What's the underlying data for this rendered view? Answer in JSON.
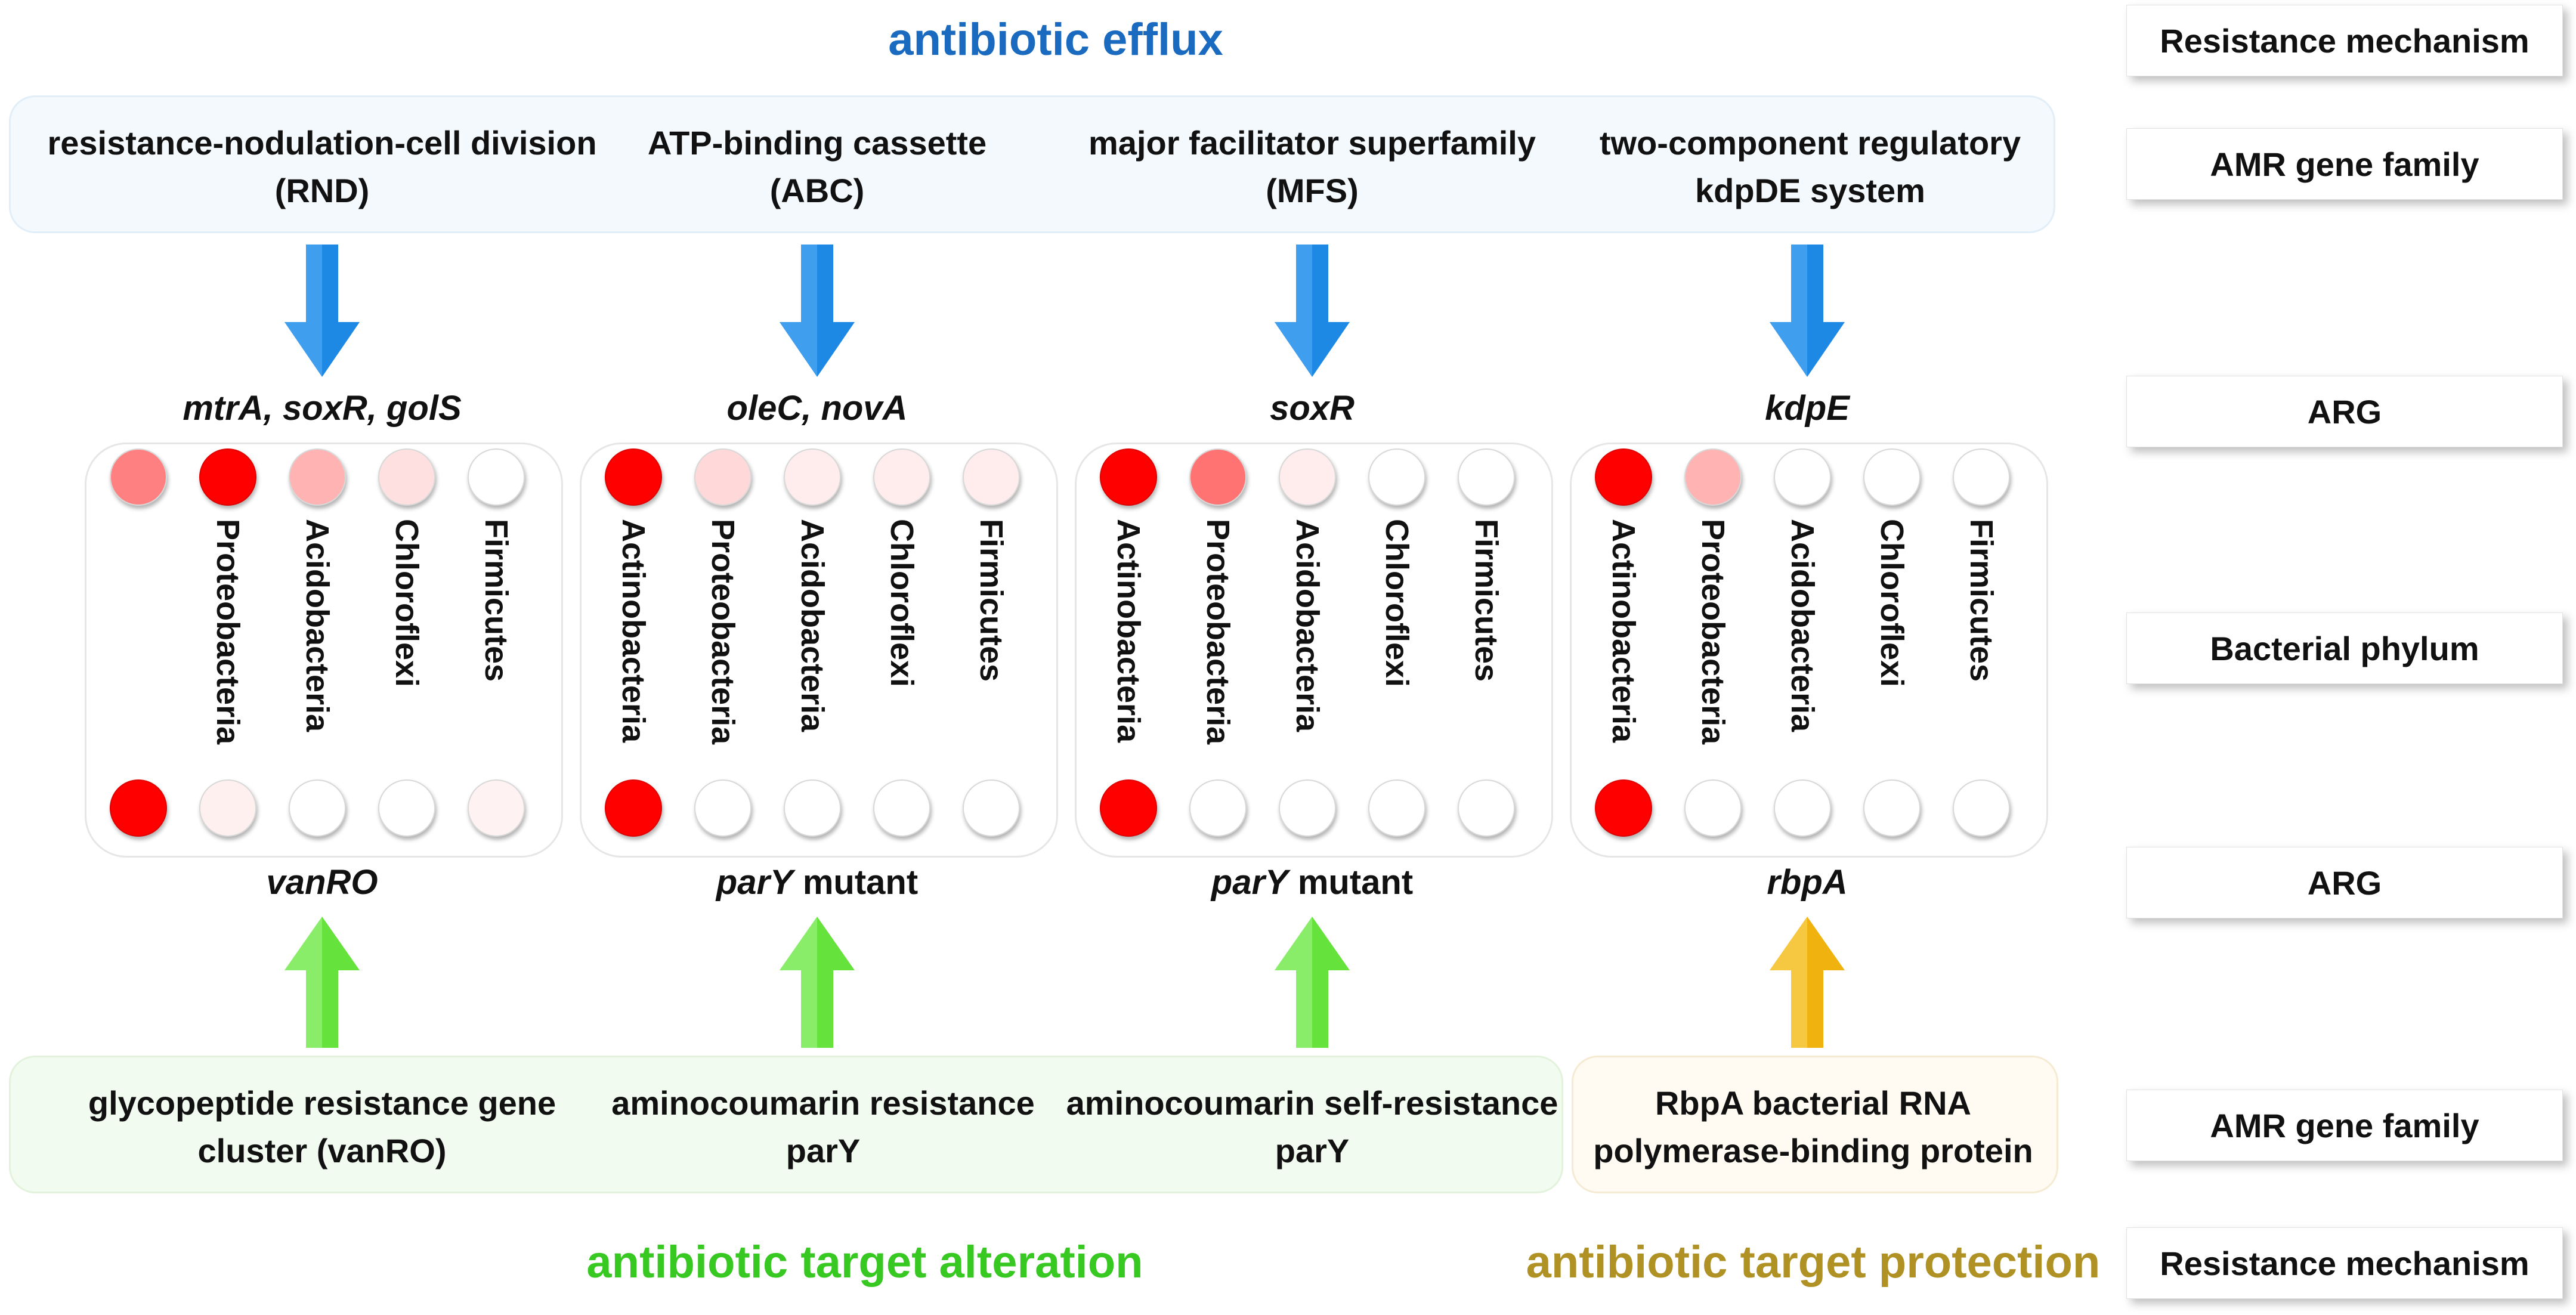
{
  "colors": {
    "efflux": "#1a6bc0",
    "alteration": "#37c821",
    "protection": "#b09124",
    "arrow_blue": "#1e88e5",
    "arrow_green": "#66e23c",
    "arrow_gold": "#f0b20e"
  },
  "mechanisms": {
    "top": "antibiotic efflux",
    "bottom_left": "antibiotic target alteration",
    "bottom_right": "antibiotic target protection"
  },
  "side_labels": [
    "Resistance mechanism",
    "AMR gene family",
    "ARG",
    "Bacterial phylum",
    "ARG",
    "AMR gene family",
    "Resistance mechanism"
  ],
  "top_families": [
    [
      "resistance-nodulation-cell division",
      "(RND)"
    ],
    [
      "ATP-binding cassette",
      "(ABC)"
    ],
    [
      "major facilitator superfamily",
      "(MFS)"
    ],
    [
      "two-component regulatory",
      "kdpDE system"
    ]
  ],
  "top_args": [
    "mtrA, soxR, golS",
    "oleC, novA",
    "soxR",
    "kdpE"
  ],
  "bottom_args": [
    {
      "gene": "vanRO",
      "suffix": ""
    },
    {
      "gene": "parY",
      "suffix": " mutant"
    },
    {
      "gene": "parY",
      "suffix": " mutant"
    },
    {
      "gene": "rbpA",
      "suffix": ""
    }
  ],
  "bottom_families": [
    [
      "glycopeptide resistance gene",
      "cluster (vanRO)"
    ],
    [
      "aminocoumarin resistance",
      "parY"
    ],
    [
      "aminocoumarin self-resistance",
      "parY"
    ],
    [
      "RbpA bacterial RNA",
      "polymerase-binding protein"
    ]
  ],
  "panels": [
    {
      "phyla": [
        "",
        "Proteobacteria",
        "Acidobacteria",
        "Chloroflexi",
        "Firmicutes"
      ],
      "top_intensity": [
        0.5,
        1.0,
        0.3,
        0.12,
        0.0
      ],
      "bottom_intensity": [
        1.0,
        0.06,
        0.0,
        0.0,
        0.05
      ]
    },
    {
      "phyla": [
        "Actinobacteria",
        "Proteobacteria",
        "Acidobacteria",
        "Chloroflexi",
        "Firmicutes"
      ],
      "top_intensity": [
        1.0,
        0.15,
        0.07,
        0.07,
        0.07
      ],
      "bottom_intensity": [
        1.0,
        0.0,
        0.0,
        0.0,
        0.0
      ]
    },
    {
      "phyla": [
        "Actinobacteria",
        "Proteobacteria",
        "Acidobacteria",
        "Chloroflexi",
        "Firmicutes"
      ],
      "top_intensity": [
        1.0,
        0.55,
        0.07,
        0.0,
        0.0
      ],
      "bottom_intensity": [
        1.0,
        0.0,
        0.0,
        0.0,
        0.0
      ]
    },
    {
      "phyla": [
        "Actinobacteria",
        "Proteobacteria",
        "Acidobacteria",
        "Chloroflexi",
        "Firmicutes"
      ],
      "top_intensity": [
        1.0,
        0.3,
        0.0,
        0.0,
        0.0
      ],
      "bottom_intensity": [
        1.0,
        0.0,
        0.0,
        0.0,
        0.0
      ]
    }
  ]
}
